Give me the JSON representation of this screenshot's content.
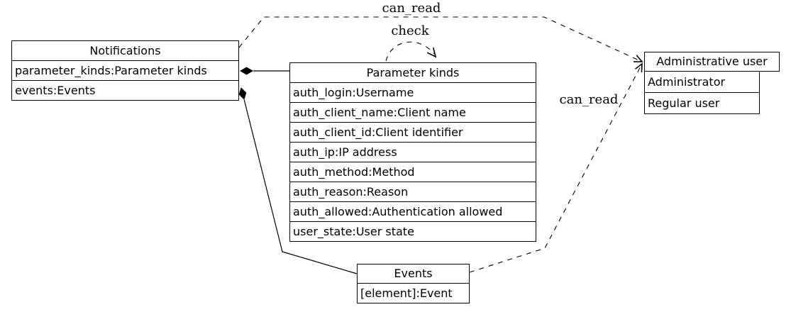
{
  "diagram": {
    "colors": {
      "background": "#ffffff",
      "line": "#000000",
      "text": "#000000"
    },
    "nodes": {
      "notifications": {
        "title": "Notifications",
        "rows": [
          "parameter_kinds:Parameter kinds",
          "events:Events"
        ]
      },
      "parameter_kinds": {
        "title": "Parameter kinds",
        "rows": [
          "auth_login:Username",
          "auth_client_name:Client name",
          "auth_client_id:Client identifier",
          "auth_ip:IP address",
          "auth_method:Method",
          "auth_reason:Reason",
          "auth_allowed:Authentication allowed",
          "user_state:User state"
        ]
      },
      "administrative_user": {
        "title": "Administrative user",
        "rows": [
          "Administrator",
          "Regular user"
        ]
      },
      "events": {
        "title": "Events",
        "rows": [
          "[element]:Event"
        ]
      }
    },
    "edges": {
      "can_read_top": {
        "label": "can_read",
        "type": "dashed-arrow",
        "from": "Notifications",
        "to": "Administrative user"
      },
      "check": {
        "label": "check",
        "type": "dashed-self-loop",
        "from": "Parameter kinds",
        "to": "Parameter kinds"
      },
      "can_read_bottom": {
        "label": "can_read",
        "type": "dashed-arrow",
        "from": "Events",
        "to": "Administrative user"
      },
      "parameter_kinds_composition": {
        "type": "solid-diamond",
        "from": "Notifications.parameter_kinds",
        "to": "Parameter kinds"
      },
      "events_composition": {
        "type": "solid-diamond",
        "from": "Notifications.events",
        "to": "Events"
      }
    }
  }
}
